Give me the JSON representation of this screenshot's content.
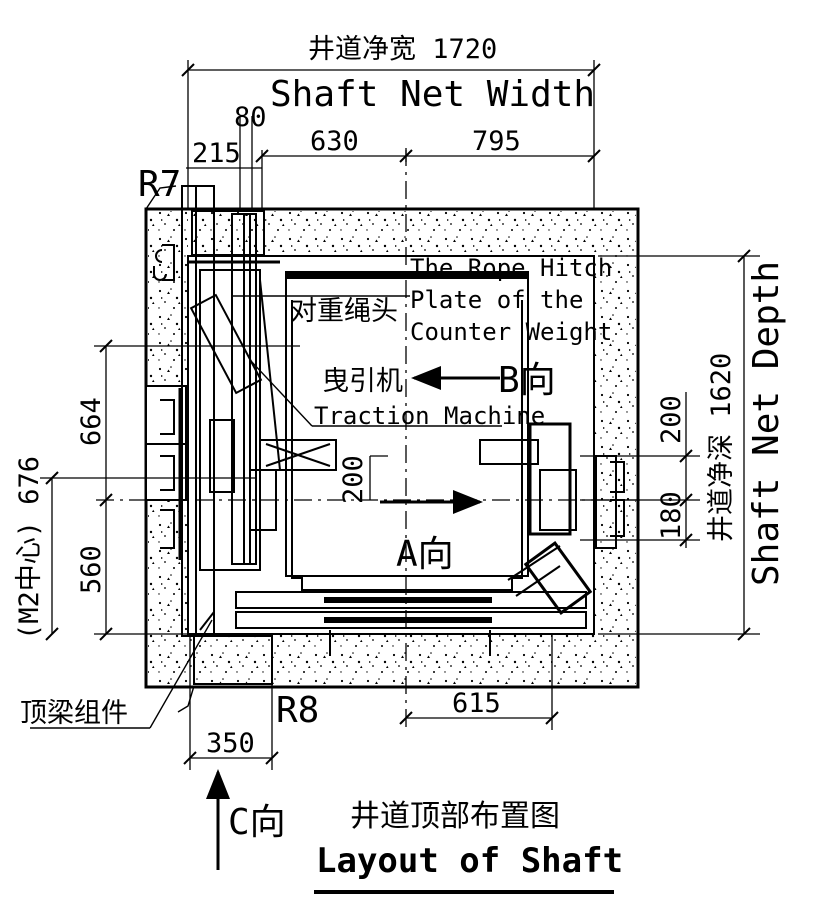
{
  "title": {
    "chinese": "井道顶部布置图",
    "english": "Layout of Shaft"
  },
  "dimensions": {
    "shaft_net_width_cn": "井道净宽 1720",
    "shaft_net_width_en": "Shaft Net Width",
    "shaft_net_depth_cn": "井道净深 1620",
    "shaft_net_depth_en": "Shaft Net Depth",
    "d80": "80",
    "d215": "215",
    "d630": "630",
    "d795": "795",
    "d664": "664",
    "d560": "560",
    "d676": "(M2中心) 676",
    "d200_right": "200",
    "d180": "180",
    "d200_center": "200",
    "d615": "615",
    "d350": "350",
    "r7": "R7",
    "r8": "R8"
  },
  "labels": {
    "rope_hitch_cn": "对重绳头",
    "rope_hitch_en_1": "The Rope Hitch",
    "rope_hitch_en_2": "Plate of the",
    "rope_hitch_en_3": "Counter Weight",
    "traction_cn": "曳引机",
    "traction_en": "Traction Machine",
    "view_b": "B向",
    "view_a": "A向",
    "view_c": "C向",
    "top_beam": "顶梁组件"
  }
}
